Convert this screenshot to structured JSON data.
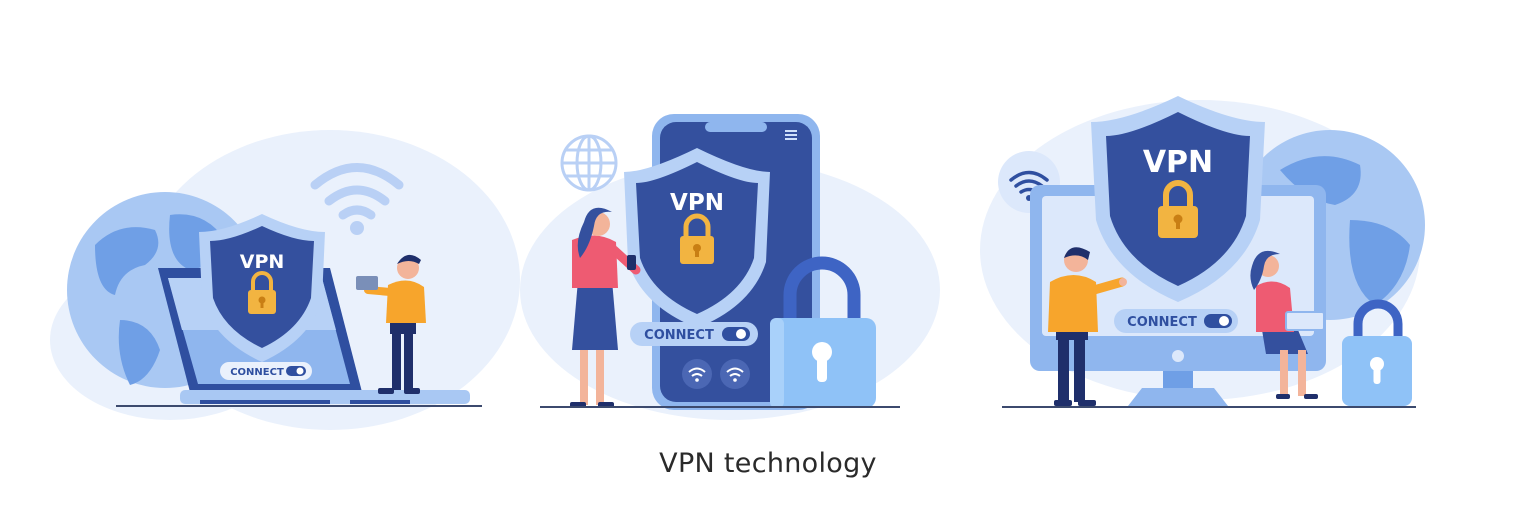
{
  "caption": "VPN technology",
  "scenes": {
    "laptop": {
      "shield_label": "VPN",
      "button_label": "CONNECT"
    },
    "phone": {
      "shield_label": "VPN",
      "button_label": "CONNECT"
    },
    "monitor": {
      "shield_label": "VPN",
      "button_label": "CONNECT"
    }
  },
  "colors": {
    "light_blob": "#eaf1fc",
    "mid_blue": "#8fb6ee",
    "dark_blue": "#2f4fa0",
    "shield_dark": "#34509e",
    "lock_gold": "#f2b441",
    "skin": "#f3b49a",
    "shirt_orange": "#f7a52c",
    "shirt_pink": "#ee5b72",
    "pants_navy": "#1f2f6b"
  }
}
